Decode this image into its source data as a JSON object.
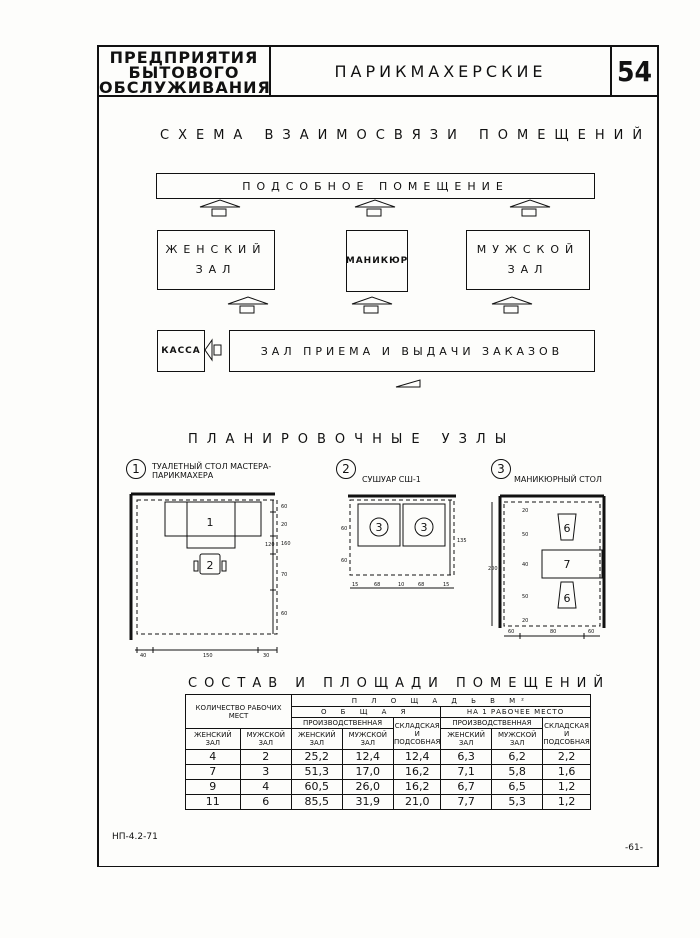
{
  "header": {
    "category_lines": [
      "ПРЕДПРИЯТИЯ",
      "БЫТОВОГО",
      "ОБСЛУЖИВАНИЯ"
    ],
    "title": "ПАРИКМАХЕРСКИЕ",
    "sheet_number": "54"
  },
  "scheme": {
    "title": "СХЕМА ВЗАИМОСВЯЗИ ПОМЕЩЕНИЙ",
    "auxiliary_room": "ПОДСОБНОЕ ПОМЕЩЕНИЕ",
    "womens_hall": "ЖЕНСКИЙ ЗАЛ",
    "manicure": "МАНИКЮР",
    "mens_hall": "МУЖСКОЙ ЗАЛ",
    "cashier": "КАССА",
    "reception_hall": "ЗАЛ ПРИЕМА И ВЫДАЧИ ЗАКАЗОВ"
  },
  "planning": {
    "title": "ПЛАНИРОВОЧНЫЕ УЗЛЫ",
    "units": [
      {
        "number": "1",
        "caption": "ТУАЛЕТНЫЙ СТОЛ МАСТЕРА-ПАРИКМАХЕРА"
      },
      {
        "number": "2",
        "caption": "СУШУАР СШ-1"
      },
      {
        "number": "3",
        "caption": "МАНИКЮРНЫЙ СТОЛ"
      }
    ],
    "plan1": {
      "labels": [
        "1",
        "2"
      ],
      "dims_right": [
        "60",
        "20",
        "120",
        "70",
        "160",
        "60"
      ],
      "dims_bottom": [
        "40",
        "150",
        "30"
      ]
    },
    "plan2": {
      "labels": [
        "3",
        "3"
      ],
      "dims_left": [
        "60",
        "60"
      ],
      "dims_right": "135",
      "dims_bottom": [
        "15",
        "68",
        "10",
        "68",
        "15"
      ]
    },
    "plan3": {
      "labels": [
        "6",
        "7",
        "6"
      ],
      "dims_left": "200",
      "dims_right": [
        "20",
        "50",
        "40",
        "50",
        "20"
      ],
      "dims_bottom": [
        "60",
        "80",
        "60"
      ]
    }
  },
  "composition": {
    "title": "СОСТАВ И ПЛОЩАДИ ПОМЕЩЕНИЙ",
    "h_area": "П Л О Щ А Д Ь   В   М²",
    "h_total": "О Б Щ А Я",
    "h_per_seat": "НА 1 РАБОЧЕЕ МЕСТО",
    "h_workplaces": "КОЛИЧЕСТВО РАБОЧИХ МЕСТ",
    "h_production": "ПРОИЗВОДСТВЕННАЯ",
    "h_production2": "ПРОИЗВОДСТВЕННАЯ",
    "h_womens": "ЖЕНСКИЙ ЗАЛ",
    "h_mens": "МУЖСКОЙ ЗАЛ",
    "h_womens2": "ЖЕНСКИЙ ЗАЛ",
    "h_mens2": "МУЖСКОЙ ЗАЛ",
    "h_womens3": "ЖЕНСКИЙ ЗАЛ",
    "h_mens3": "МУЖСКОЙ ЗАЛ",
    "h_storage": "СКЛАДСКАЯ И ПОДСОБНАЯ",
    "h_storage2": "СКЛАДСКАЯ И ПОДСОБНАЯ",
    "rows": [
      [
        "4",
        "2",
        "25,2",
        "12,4",
        "12,4",
        "6,3",
        "6,2",
        "2,2"
      ],
      [
        "7",
        "3",
        "51,3",
        "17,0",
        "16,2",
        "7,1",
        "5,8",
        "1,6"
      ],
      [
        "9",
        "4",
        "60,5",
        "26,0",
        "16,2",
        "6,7",
        "6,5",
        "1,2"
      ],
      [
        "11",
        "6",
        "85,5",
        "31,9",
        "21,0",
        "7,7",
        "5,3",
        "1,2"
      ]
    ]
  },
  "footer": {
    "code": "НП-4.2-71",
    "page": "-61-"
  }
}
